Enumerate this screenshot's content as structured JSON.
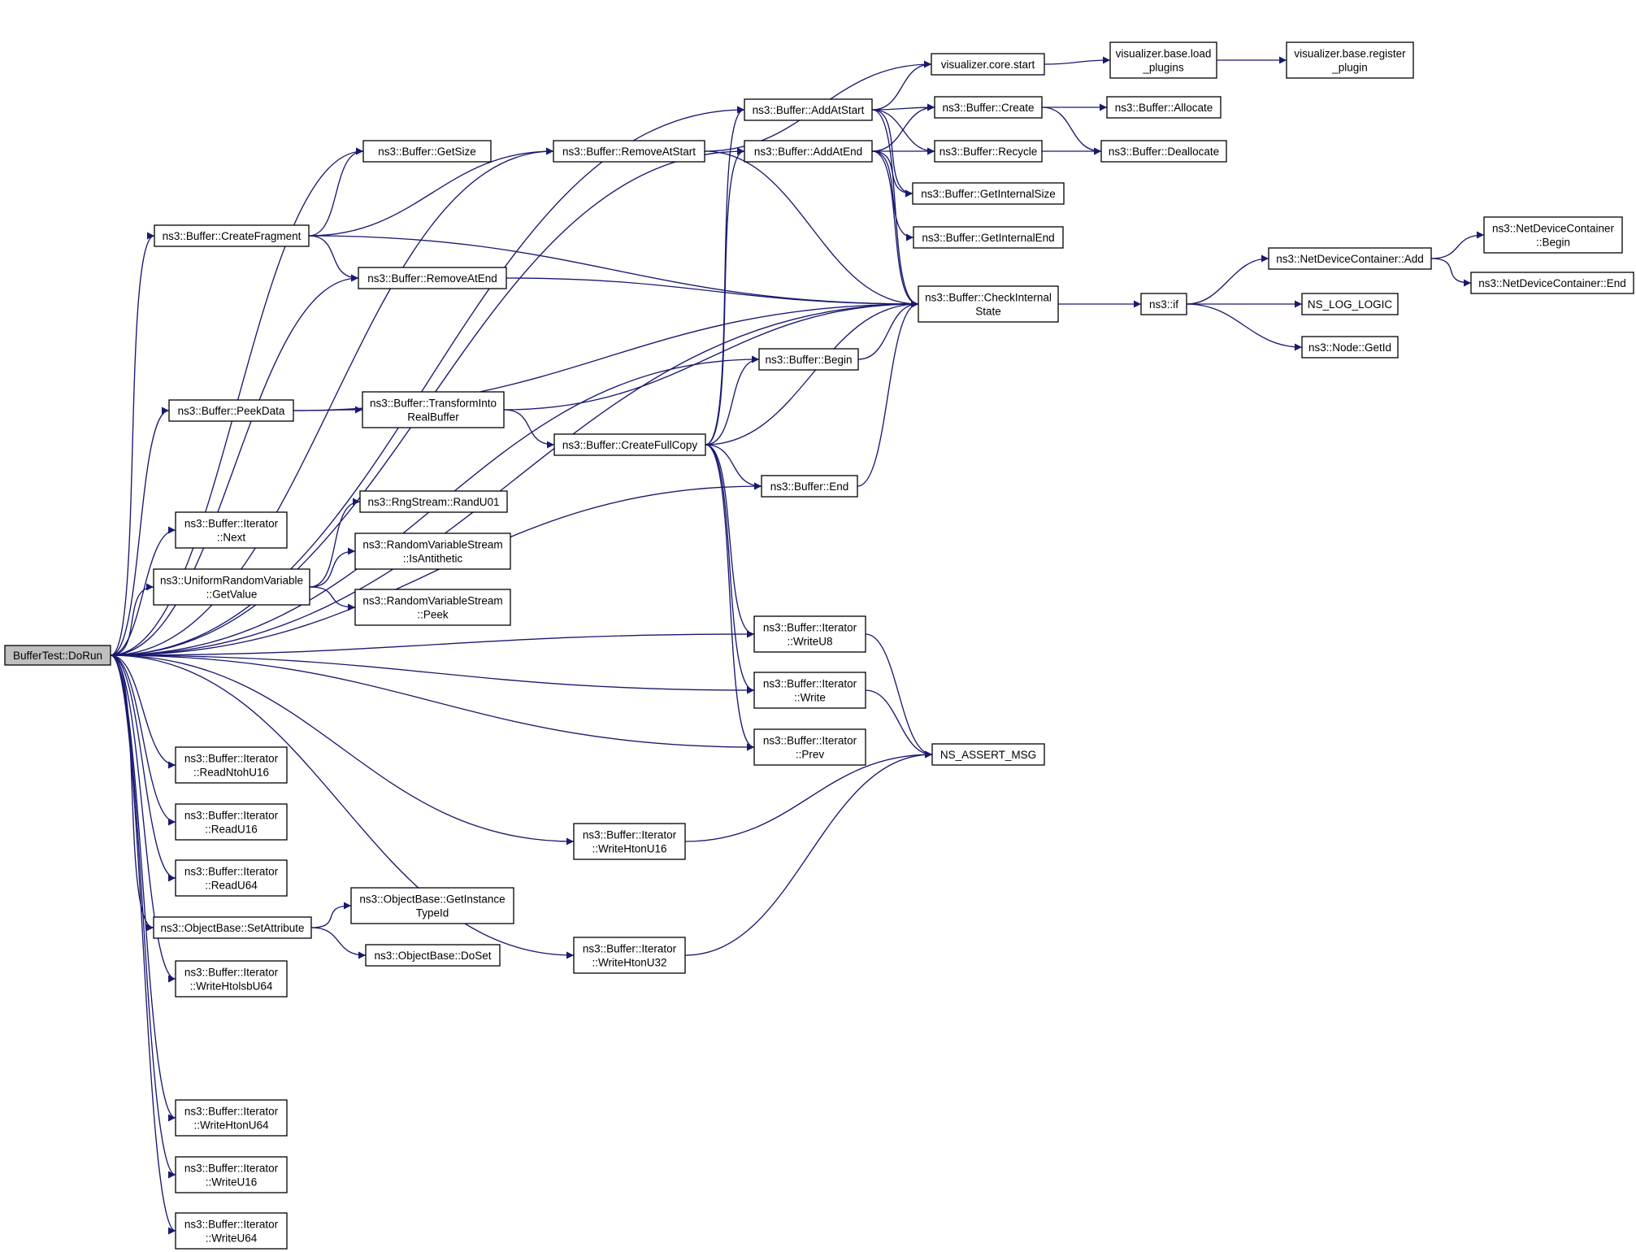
{
  "graph": {
    "edge_color": "#191970",
    "root_fill": "#bfbfbf",
    "nodes": [
      {
        "id": "dorun",
        "lines": [
          "BufferTest::DoRun"
        ],
        "root": true
      },
      {
        "id": "createfragment",
        "lines": [
          "ns3::Buffer::CreateFragment"
        ]
      },
      {
        "id": "peekdata",
        "lines": [
          "ns3::Buffer::PeekData"
        ]
      },
      {
        "id": "iter_next",
        "lines": [
          "ns3::Buffer::Iterator",
          "::Next"
        ]
      },
      {
        "id": "urv_getvalue",
        "lines": [
          "ns3::UniformRandomVariable",
          "::GetValue"
        ]
      },
      {
        "id": "iter_readntohu16",
        "lines": [
          "ns3::Buffer::Iterator",
          "::ReadNtohU16"
        ]
      },
      {
        "id": "iter_readu16",
        "lines": [
          "ns3::Buffer::Iterator",
          "::ReadU16"
        ]
      },
      {
        "id": "iter_readu64",
        "lines": [
          "ns3::Buffer::Iterator",
          "::ReadU64"
        ]
      },
      {
        "id": "setattribute",
        "lines": [
          "ns3::ObjectBase::SetAttribute"
        ]
      },
      {
        "id": "iter_writehtolsbu64",
        "lines": [
          "ns3::Buffer::Iterator",
          "::WriteHtolsbU64"
        ]
      },
      {
        "id": "iter_writehtonu64",
        "lines": [
          "ns3::Buffer::Iterator",
          "::WriteHtonU64"
        ]
      },
      {
        "id": "iter_writeu16",
        "lines": [
          "ns3::Buffer::Iterator",
          "::WriteU16"
        ]
      },
      {
        "id": "iter_writeu64",
        "lines": [
          "ns3::Buffer::Iterator",
          "::WriteU64"
        ]
      },
      {
        "id": "getsize",
        "lines": [
          "ns3::Buffer::GetSize"
        ]
      },
      {
        "id": "removeatend",
        "lines": [
          "ns3::Buffer::RemoveAtEnd"
        ]
      },
      {
        "id": "transformintorealbuffer",
        "lines": [
          "ns3::Buffer::TransformInto",
          "RealBuffer"
        ]
      },
      {
        "id": "randu01",
        "lines": [
          "ns3::RngStream::RandU01"
        ]
      },
      {
        "id": "isantithetic",
        "lines": [
          "ns3::RandomVariableStream",
          "::IsAntithetic"
        ]
      },
      {
        "id": "rvs_peek",
        "lines": [
          "ns3::RandomVariableStream",
          "::Peek"
        ]
      },
      {
        "id": "getinstancetypeid",
        "lines": [
          "ns3::ObjectBase::GetInstance",
          "TypeId"
        ]
      },
      {
        "id": "doset",
        "lines": [
          "ns3::ObjectBase::DoSet"
        ]
      },
      {
        "id": "removeatstart",
        "lines": [
          "ns3::Buffer::RemoveAtStart"
        ]
      },
      {
        "id": "createfullcopy",
        "lines": [
          "ns3::Buffer::CreateFullCopy"
        ]
      },
      {
        "id": "iter_writehtonu16",
        "lines": [
          "ns3::Buffer::Iterator",
          "::WriteHtonU16"
        ]
      },
      {
        "id": "iter_writehtonu32",
        "lines": [
          "ns3::Buffer::Iterator",
          "::WriteHtonU32"
        ]
      },
      {
        "id": "addatstart",
        "lines": [
          "ns3::Buffer::AddAtStart"
        ]
      },
      {
        "id": "addatend",
        "lines": [
          "ns3::Buffer::AddAtEnd"
        ]
      },
      {
        "id": "begin",
        "lines": [
          "ns3::Buffer::Begin"
        ]
      },
      {
        "id": "end",
        "lines": [
          "ns3::Buffer::End"
        ]
      },
      {
        "id": "iter_writeu8",
        "lines": [
          "ns3::Buffer::Iterator",
          "::WriteU8"
        ]
      },
      {
        "id": "iter_write",
        "lines": [
          "ns3::Buffer::Iterator",
          "::Write"
        ]
      },
      {
        "id": "iter_prev",
        "lines": [
          "ns3::Buffer::Iterator",
          "::Prev"
        ]
      },
      {
        "id": "viz_core_start",
        "lines": [
          "visualizer.core.start"
        ]
      },
      {
        "id": "create",
        "lines": [
          "ns3::Buffer::Create"
        ]
      },
      {
        "id": "recycle",
        "lines": [
          "ns3::Buffer::Recycle"
        ]
      },
      {
        "id": "getinternalsize",
        "lines": [
          "ns3::Buffer::GetInternalSize"
        ]
      },
      {
        "id": "getinternalend",
        "lines": [
          "ns3::Buffer::GetInternalEnd"
        ]
      },
      {
        "id": "checkinternalstate",
        "lines": [
          "ns3::Buffer::CheckInternal",
          "State"
        ]
      },
      {
        "id": "ns_assert_msg",
        "lines": [
          "NS_ASSERT_MSG"
        ]
      },
      {
        "id": "viz_load_plugins",
        "lines": [
          "visualizer.base.load",
          "_plugins"
        ]
      },
      {
        "id": "allocate",
        "lines": [
          "ns3::Buffer::Allocate"
        ]
      },
      {
        "id": "deallocate",
        "lines": [
          "ns3::Buffer::Deallocate"
        ]
      },
      {
        "id": "ns3_if",
        "lines": [
          "ns3::if"
        ]
      },
      {
        "id": "viz_register_plugin",
        "lines": [
          "visualizer.base.register",
          "_plugin"
        ]
      },
      {
        "id": "ndc_add",
        "lines": [
          "ns3::NetDeviceContainer::Add"
        ]
      },
      {
        "id": "ns_log_logic",
        "lines": [
          "NS_LOG_LOGIC"
        ]
      },
      {
        "id": "node_getid",
        "lines": [
          "ns3::Node::GetId"
        ]
      },
      {
        "id": "ndc_begin",
        "lines": [
          "ns3::NetDeviceContainer",
          "::Begin"
        ]
      },
      {
        "id": "ndc_end",
        "lines": [
          "ns3::NetDeviceContainer::End"
        ]
      }
    ],
    "edges": [
      [
        "dorun",
        "addatstart"
      ],
      [
        "dorun",
        "removeatstart"
      ],
      [
        "dorun",
        "addatend"
      ],
      [
        "dorun",
        "getsize"
      ],
      [
        "dorun",
        "createfragment"
      ],
      [
        "dorun",
        "removeatend"
      ],
      [
        "dorun",
        "checkinternalstate"
      ],
      [
        "dorun",
        "begin"
      ],
      [
        "dorun",
        "peekdata"
      ],
      [
        "dorun",
        "end"
      ],
      [
        "dorun",
        "iter_next"
      ],
      [
        "dorun",
        "urv_getvalue"
      ],
      [
        "dorun",
        "iter_writeu8"
      ],
      [
        "dorun",
        "iter_write"
      ],
      [
        "dorun",
        "iter_prev"
      ],
      [
        "dorun",
        "iter_readntohu16"
      ],
      [
        "dorun",
        "iter_readu16"
      ],
      [
        "dorun",
        "iter_readu64"
      ],
      [
        "dorun",
        "setattribute"
      ],
      [
        "dorun",
        "iter_writehtolsbu64"
      ],
      [
        "dorun",
        "iter_writehtonu16"
      ],
      [
        "dorun",
        "iter_writehtonu32"
      ],
      [
        "dorun",
        "iter_writehtonu64"
      ],
      [
        "dorun",
        "iter_writeu16"
      ],
      [
        "dorun",
        "iter_writeu64"
      ],
      [
        "createfragment",
        "getsize"
      ],
      [
        "createfragment",
        "removeatstart"
      ],
      [
        "createfragment",
        "removeatend"
      ],
      [
        "createfragment",
        "checkinternalstate"
      ],
      [
        "peekdata",
        "transformintorealbuffer"
      ],
      [
        "peekdata",
        "checkinternalstate"
      ],
      [
        "urv_getvalue",
        "randu01"
      ],
      [
        "urv_getvalue",
        "isantithetic"
      ],
      [
        "urv_getvalue",
        "rvs_peek"
      ],
      [
        "setattribute",
        "getinstancetypeid"
      ],
      [
        "setattribute",
        "doset"
      ],
      [
        "removeatend",
        "checkinternalstate"
      ],
      [
        "transformintorealbuffer",
        "createfullcopy"
      ],
      [
        "transformintorealbuffer",
        "checkinternalstate"
      ],
      [
        "removeatstart",
        "viz_core_start"
      ],
      [
        "removeatstart",
        "checkinternalstate"
      ],
      [
        "createfullcopy",
        "addatstart"
      ],
      [
        "createfullcopy",
        "addatend"
      ],
      [
        "createfullcopy",
        "begin"
      ],
      [
        "createfullcopy",
        "end"
      ],
      [
        "createfullcopy",
        "checkinternalstate"
      ],
      [
        "createfullcopy",
        "iter_writeu8"
      ],
      [
        "createfullcopy",
        "iter_write"
      ],
      [
        "createfullcopy",
        "iter_prev"
      ],
      [
        "iter_writehtonu16",
        "ns_assert_msg"
      ],
      [
        "iter_writehtonu32",
        "ns_assert_msg"
      ],
      [
        "addatstart",
        "viz_core_start"
      ],
      [
        "addatstart",
        "create"
      ],
      [
        "addatstart",
        "recycle"
      ],
      [
        "addatstart",
        "getinternalsize"
      ],
      [
        "addatstart",
        "checkinternalstate"
      ],
      [
        "addatend",
        "create"
      ],
      [
        "addatend",
        "recycle"
      ],
      [
        "addatend",
        "getinternalsize"
      ],
      [
        "addatend",
        "getinternalend"
      ],
      [
        "addatend",
        "checkinternalstate"
      ],
      [
        "begin",
        "checkinternalstate"
      ],
      [
        "end",
        "checkinternalstate"
      ],
      [
        "iter_writeu8",
        "ns_assert_msg"
      ],
      [
        "iter_write",
        "ns_assert_msg"
      ],
      [
        "viz_core_start",
        "viz_load_plugins"
      ],
      [
        "viz_load_plugins",
        "viz_register_plugin"
      ],
      [
        "create",
        "allocate"
      ],
      [
        "create",
        "deallocate"
      ],
      [
        "recycle",
        "deallocate"
      ],
      [
        "checkinternalstate",
        "ns3_if"
      ],
      [
        "ns3_if",
        "ndc_add"
      ],
      [
        "ns3_if",
        "ns_log_logic"
      ],
      [
        "ns3_if",
        "node_getid"
      ],
      [
        "ndc_add",
        "ndc_begin"
      ],
      [
        "ndc_add",
        "ndc_end"
      ]
    ]
  }
}
